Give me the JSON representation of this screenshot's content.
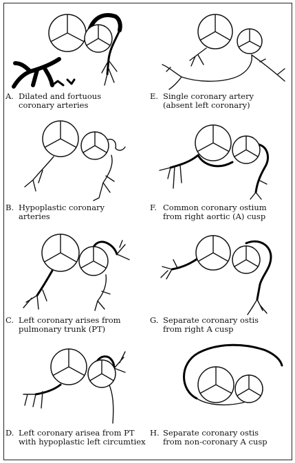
{
  "panels": [
    {
      "letter": "A.",
      "text": "Dilated and fortuous\ncoronary arteries"
    },
    {
      "letter": "E.",
      "text": "Single coronary artery\n(absent left coronary)"
    },
    {
      "letter": "B.",
      "text": "Hypoplastic coronary\narteries"
    },
    {
      "letter": "F.",
      "text": "Common coronary ostium\nfrom right aortic (A) cusp"
    },
    {
      "letter": "C.",
      "text": "Left coronary arises from\npulmonary trunk (PT)"
    },
    {
      "letter": "G.",
      "text": "Separate coronary ostis\nfrom right A cusp"
    },
    {
      "letter": "D.",
      "text": "Left coronary arisea from PT\nwith hypoplastic left circumtiex"
    },
    {
      "letter": "H.",
      "text": "Separate coronary ostis\nfrom non-coronary A cusp"
    }
  ]
}
